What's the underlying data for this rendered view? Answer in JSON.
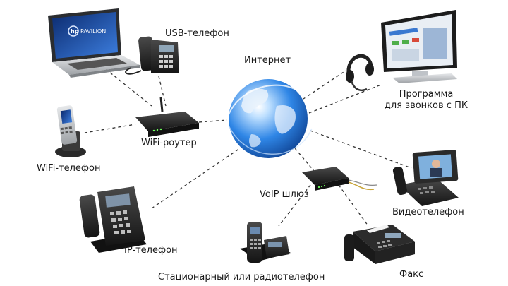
{
  "colors": {
    "connector": "#333333",
    "globe_ocean": "#1f6fd1",
    "globe_land": "#dfeaf7",
    "device_dark": "#2b2b2b",
    "device_silver": "#b9bcc0",
    "screen_blue": "#2a5fb8"
  },
  "hub": {
    "label": "Интернет",
    "icon": "globe-icon"
  },
  "nodes": [
    {
      "id": "usb-phone",
      "label": "USB-телефон",
      "icon": "desk-phone-icon"
    },
    {
      "id": "laptop",
      "label": "",
      "icon": "laptop-icon"
    },
    {
      "id": "wifi-router",
      "label": "WiFi-роутер",
      "icon": "router-icon"
    },
    {
      "id": "wifi-phone",
      "label": "WiFi-телефон",
      "icon": "mobile-phone-icon"
    },
    {
      "id": "ip-phone",
      "label": "IP-телефон",
      "icon": "ip-phone-icon"
    },
    {
      "id": "voip-gateway",
      "label": "VoIP шлюз",
      "icon": "gateway-icon"
    },
    {
      "id": "dect-phone",
      "label": "Стационарный или радиотелефон",
      "icon": "cordless-phone-icon"
    },
    {
      "id": "fax",
      "label": "Факс",
      "icon": "fax-icon"
    },
    {
      "id": "video-phone",
      "label": "Видеотелефон",
      "icon": "video-phone-icon"
    },
    {
      "id": "pc-softphone",
      "label_line1": "Программа",
      "label_line2": "для звонков с ПК",
      "icon": "computer-monitor-icon"
    },
    {
      "id": "headset",
      "label": "",
      "icon": "headset-icon"
    }
  ],
  "brand": {
    "laptop_logo": "hp",
    "laptop_model": "PAVILION"
  }
}
